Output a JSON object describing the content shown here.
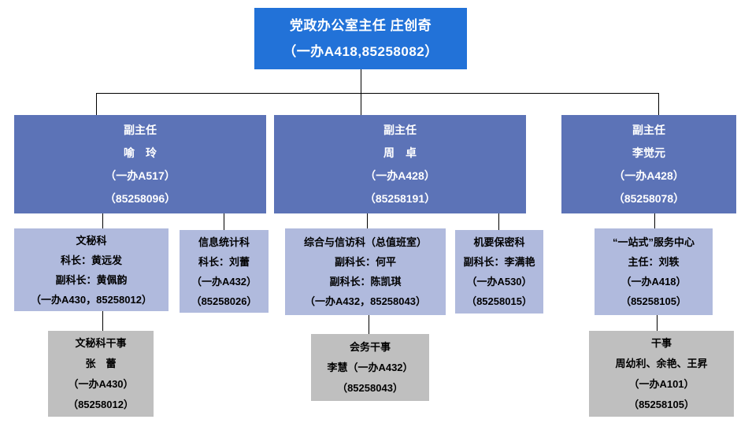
{
  "colors": {
    "level1_bg": "#2272d8",
    "level2_bg": "#5c73b7",
    "level3_bg": "#b0badd",
    "level4_bg": "#bfbfbf",
    "connector_line": "#000000",
    "level1_text": "#ffffff",
    "level2_text": "#ffffff",
    "level34_text": "#000000"
  },
  "org": {
    "director": {
      "lines": [
        "党政办公室主任 庄创奇",
        "（一办A418,85258082）"
      ]
    },
    "deputy1": {
      "lines": [
        "副主任",
        "喻　玲",
        "（一办A517）",
        "（85258096）"
      ]
    },
    "deputy2": {
      "lines": [
        "副主任",
        "周　卓",
        "（一办A428）",
        "（85258191）"
      ]
    },
    "deputy3": {
      "lines": [
        "副主任",
        "李觉元",
        "（一办A428）",
        "（85258078）"
      ]
    },
    "secretarial": {
      "lines": [
        "文秘科",
        "科长：黄远发",
        "副科长：黄佩韵",
        "（一办A430，85258012）"
      ]
    },
    "info_stats": {
      "lines": [
        "信息统计科",
        "科长：刘蕾",
        "（一办A432）",
        "（85258026）"
      ]
    },
    "general_petition": {
      "lines": [
        "综合与信访科（总值班室）",
        "副科长：何平",
        "副科长：陈凯琪",
        "（一办A432，85258043）"
      ]
    },
    "confidential": {
      "lines": [
        "机要保密科",
        "副科长：李满艳",
        "（一办A530）",
        "（85258015）"
      ]
    },
    "one_stop": {
      "lines": [
        "“一站式”服务中心",
        "主任：刘轶",
        "（一办A418）",
        "（85258105）"
      ]
    },
    "secretarial_clerk": {
      "lines": [
        "文秘科干事",
        "张　蕾",
        "（一办A430）",
        "（85258012）"
      ]
    },
    "meeting_clerk": {
      "lines": [
        "会务干事",
        "李慧（一办A432）",
        "（85258043）"
      ]
    },
    "clerks": {
      "lines": [
        "干事",
        "周幼利、余艳、王昇",
        "（一办A101）",
        "（85258105）"
      ]
    }
  }
}
